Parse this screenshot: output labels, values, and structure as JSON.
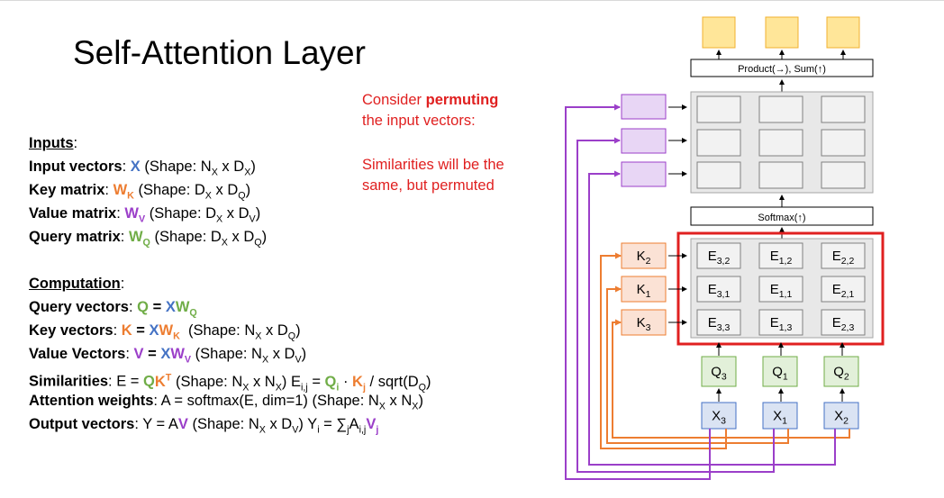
{
  "title": "Self-Attention Layer",
  "inputs": {
    "heading": "Inputs",
    "input_vectors": {
      "label": "Input vectors",
      "sym": "X",
      "shape": "(Shape: N",
      "sub1": "X",
      "mid": " x D",
      "sub2": "X",
      "end": ")"
    },
    "key_matrix": {
      "label": "Key matrix",
      "sym": "W",
      "symsub": "K",
      "shape": "(Shape: D",
      "sub1": "X",
      "mid": " x D",
      "sub2": "Q",
      "end": ")"
    },
    "value_matrix": {
      "label": "Value matrix",
      "sym": "W",
      "symsub": "V",
      "shape": "(Shape: D",
      "sub1": "X",
      "mid": " x D",
      "sub2": "V",
      "end": ")"
    },
    "query_matrix": {
      "label": "Query matrix",
      "sym": "W",
      "symsub": "Q",
      "shape": "(Shape: D",
      "sub1": "X",
      "mid": " x D",
      "sub2": "Q",
      "end": ")"
    }
  },
  "computation": {
    "heading": "Computation",
    "query_vectors": "Query vectors",
    "key_vectors": "Key vectors",
    "value_vectors": "Value Vectors",
    "similarities": "Similarities",
    "attention_weights": "Attention weights",
    "attention_formula": "A = softmax(E, dim=1)  (Shape: N",
    "output_vectors": "Output vectors",
    "sqrt_text": " / sqrt(D"
  },
  "note": {
    "line1_plain": "Consider ",
    "line1_bold": "permuting",
    "line2": "the input vectors:",
    "line3": "Similarities will be the",
    "line4": "same, but permuted"
  },
  "diagram": {
    "product_label": "Product(→),  Sum(↑)",
    "softmax_label": "Softmax(↑)",
    "keys": [
      {
        "main": "K",
        "sub": "2"
      },
      {
        "main": "K",
        "sub": "1"
      },
      {
        "main": "K",
        "sub": "3"
      }
    ],
    "queries": [
      {
        "main": "Q",
        "sub": "3"
      },
      {
        "main": "Q",
        "sub": "1"
      },
      {
        "main": "Q",
        "sub": "2"
      }
    ],
    "inputs": [
      {
        "main": "X",
        "sub": "3"
      },
      {
        "main": "X",
        "sub": "1"
      },
      {
        "main": "X",
        "sub": "2"
      }
    ],
    "similarity_grid": [
      [
        {
          "main": "E",
          "sub": "3,2"
        },
        {
          "main": "E",
          "sub": "1,2"
        },
        {
          "main": "E",
          "sub": "2,2"
        }
      ],
      [
        {
          "main": "E",
          "sub": "3,1"
        },
        {
          "main": "E",
          "sub": "1,1"
        },
        {
          "main": "E",
          "sub": "2,1"
        }
      ],
      [
        {
          "main": "E",
          "sub": "3,3"
        },
        {
          "main": "E",
          "sub": "1,3"
        },
        {
          "main": "E",
          "sub": "2,3"
        }
      ]
    ]
  },
  "colors": {
    "blue": "#4472c4",
    "orange": "#ed7d31",
    "purple": "#9b3fc9",
    "green": "#70ad47",
    "red": "#e02020",
    "yellow_fill": "#ffe699",
    "purple_fill": "#e8d6f5",
    "orange_fill": "#fbe2d5",
    "green_fill": "#e2f0d9",
    "blue_fill": "#dae3f3"
  }
}
